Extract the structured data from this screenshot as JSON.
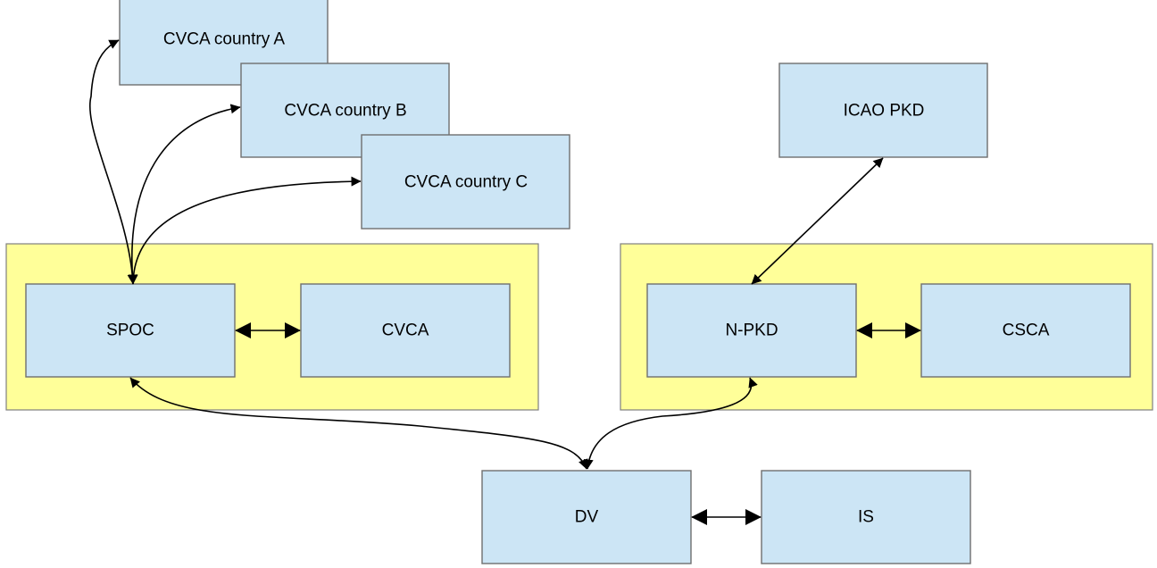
{
  "diagram": {
    "nodes": {
      "cvca_a": "CVCA country A",
      "cvca_b": "CVCA country B",
      "cvca_c": "CVCA country C",
      "icao_pkd": "ICAO PKD",
      "spoc": "SPOC",
      "cvca": "CVCA",
      "npkd": "N-PKD",
      "csca": "CSCA",
      "dv": "DV",
      "is": "IS"
    },
    "edges": [
      {
        "from": "SPOC",
        "to": "CVCA country A",
        "direction": "both"
      },
      {
        "from": "SPOC",
        "to": "CVCA country B",
        "direction": "both"
      },
      {
        "from": "SPOC",
        "to": "CVCA country C",
        "direction": "both"
      },
      {
        "from": "SPOC",
        "to": "CVCA",
        "direction": "both"
      },
      {
        "from": "N-PKD",
        "to": "ICAO PKD",
        "direction": "both"
      },
      {
        "from": "N-PKD",
        "to": "CSCA",
        "direction": "both"
      },
      {
        "from": "SPOC",
        "to": "DV",
        "direction": "both"
      },
      {
        "from": "N-PKD",
        "to": "DV",
        "direction": "both"
      },
      {
        "from": "DV",
        "to": "IS",
        "direction": "both"
      }
    ],
    "colors": {
      "node_fill": "#cce5f5",
      "container_fill": "#ffff99",
      "edge": "#000000"
    }
  }
}
